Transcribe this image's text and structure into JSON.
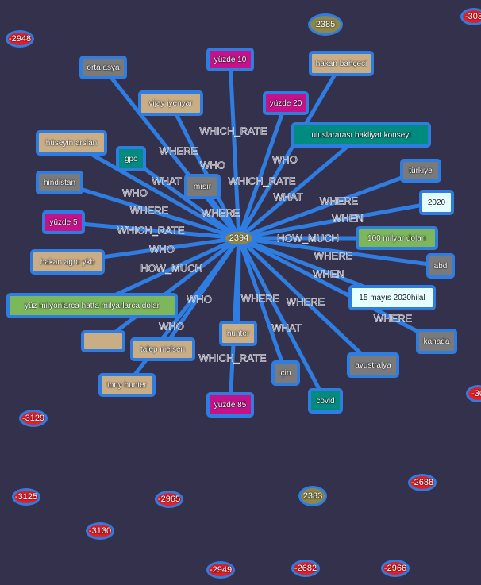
{
  "center": {
    "id": "c",
    "label": "2394",
    "color": "#8c874c"
  },
  "colors": {
    "edge": "#2f7de1",
    "tan": "#c9ad85",
    "gray": "#7a7a7a",
    "magenta": "#c4138a",
    "teal": "#008b80",
    "green": "#7cb85b",
    "cyan": "#e6ffff",
    "red": "#e0202a",
    "olive": "#8c874c"
  },
  "nodes": [
    {
      "id": "n1",
      "label": "yüzde 10",
      "kind": "magenta"
    },
    {
      "id": "n2",
      "label": "yüzde 20",
      "kind": "magenta"
    },
    {
      "id": "n3",
      "label": "orta asya",
      "kind": "gray"
    },
    {
      "id": "n4",
      "label": "vijay iyenyar",
      "kind": "tan"
    },
    {
      "id": "n5",
      "label": "hakan bahçeci",
      "kind": "tan"
    },
    {
      "id": "n6",
      "label": "gpc",
      "kind": "teal"
    },
    {
      "id": "n7",
      "label": "uluslararası bakliyat konseyi",
      "kind": "teal"
    },
    {
      "id": "n8",
      "label": "türkiye",
      "kind": "gray"
    },
    {
      "id": "n9",
      "label": "hüseyin arslan",
      "kind": "tan"
    },
    {
      "id": "n10",
      "label": "2020",
      "kind": "cyan"
    },
    {
      "id": "n11",
      "label": "hindistan",
      "kind": "gray"
    },
    {
      "id": "n12",
      "label": "mısır",
      "kind": "gray"
    },
    {
      "id": "n13",
      "label": "100 milyar doları",
      "kind": "green"
    },
    {
      "id": "n14",
      "label": "yüzde 5",
      "kind": "magenta"
    },
    {
      "id": "n15",
      "label": "abd",
      "kind": "gray"
    },
    {
      "id": "n16",
      "label": "hunter",
      "kind": "tan"
    },
    {
      "id": "n17",
      "label": "hakan agro ykb",
      "kind": "tan"
    },
    {
      "id": "n18",
      "label": "15 mayıs 2020hilal",
      "kind": "cyan"
    },
    {
      "id": "n19b",
      "label": "",
      "kind": "tan"
    },
    {
      "id": "n19",
      "label": "yüz milyonlarca hatta milyarlarca dolar",
      "kind": "green"
    },
    {
      "id": "n20",
      "label": "kanada",
      "kind": "gray"
    },
    {
      "id": "n21",
      "label": "avustralya",
      "kind": "gray"
    },
    {
      "id": "n22",
      "label": "talep nielsen",
      "kind": "tan"
    },
    {
      "id": "n23",
      "label": "tony hunter",
      "kind": "tan"
    },
    {
      "id": "n24",
      "label": "çin",
      "kind": "gray"
    },
    {
      "id": "n25",
      "label": "covid",
      "kind": "teal"
    },
    {
      "id": "n26",
      "label": "yüzde 85",
      "kind": "magenta"
    }
  ],
  "edge_labels": [
    "WHICH_RATE",
    "WHICH_RATE",
    "WHERE",
    "WHO",
    "WHO",
    "WHAT",
    "WHO",
    "WHERE",
    "WHAT",
    "WHERE",
    "WHERE",
    "WHEN",
    "HOW_MUCH",
    "WHICH_RATE",
    "WHO",
    "WHERE",
    "WHEN",
    "HOW_MUCH",
    "WHERE",
    "WHERE",
    "WHO",
    "WHO",
    "WHERE",
    "WHAT",
    "WHICH_RATE"
  ],
  "other_nodes": [
    {
      "label": "-2948"
    },
    {
      "label": "2385"
    },
    {
      "label": "-303"
    },
    {
      "label": "-3129"
    },
    {
      "label": "-3125"
    },
    {
      "label": "-2965"
    },
    {
      "label": "2383"
    },
    {
      "label": "-2688"
    },
    {
      "label": "-3130"
    },
    {
      "label": "-2949"
    },
    {
      "label": "-2682"
    },
    {
      "label": "-2966"
    },
    {
      "label": "-30"
    }
  ]
}
